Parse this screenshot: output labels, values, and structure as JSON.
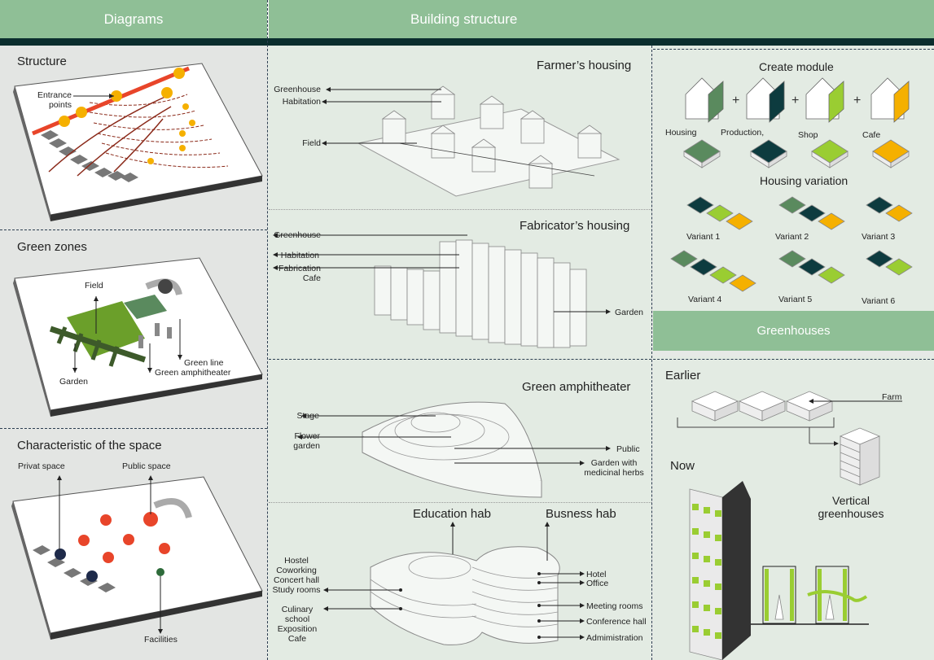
{
  "header": {
    "diagrams": "Diagrams",
    "building_structure": "Building structure"
  },
  "diagrams": {
    "structure": {
      "title": "Structure",
      "entrance": "Entrance\npoints"
    },
    "green_zones": {
      "title": "Green zones",
      "field": "Field",
      "garden": "Garden",
      "green_line": "Green line",
      "green_amphitheater": "Green amphitheater"
    },
    "characteristic": {
      "title": "Characteristic of the space",
      "privat": "Privat space",
      "public": "Public space",
      "facilities": "Facilities"
    }
  },
  "farmer": {
    "title": "Farmer’s housing",
    "greenhouse": "Greenhouse",
    "habitation": "Habitation",
    "field": "Field"
  },
  "fabricator": {
    "title": "Fabricator’s housing",
    "greenhouse": "Greenhouse",
    "habitation": "Habitation",
    "fabrication": "Fabrication",
    "cafe": "Cafe",
    "garden": "Garden"
  },
  "amphitheater": {
    "title": "Green amphitheater",
    "stage": "Stage",
    "flower": "Flower\ngarden",
    "public": "Public",
    "medicinal": "Garden with\nmedicinal herbs"
  },
  "education": {
    "edu_title": "Education hab",
    "bus_title": "Busness hab",
    "left_top": "Hostel\nCoworking\nConcert hall\nStudy rooms",
    "left_bottom": "Culinary\nschool\nExposition\nCafe",
    "hotel": "Hotel",
    "office": "Office",
    "meeting": "Meeting rooms",
    "conference": "Conference hall",
    "admin": "Admimistration"
  },
  "modules": {
    "title": "Create module",
    "plus": "+",
    "housing": "Housing",
    "production": "Production,",
    "shop": "Shop",
    "cafe": "Cafe",
    "variation_title": "Housing variation",
    "v1": "Variant 1",
    "v2": "Variant 2",
    "v3": "Variant 3",
    "v4": "Variant 4",
    "v5": "Variant 5",
    "v6": "Variant 6"
  },
  "greenhouses": {
    "title": "Greenhouses",
    "earlier": "Earlier",
    "farm": "Farm",
    "now": "Now",
    "vertical": "Vertical\ngreenhouses"
  },
  "colors": {
    "header": "#8fbf96",
    "dark": "#0b2e2e",
    "housing": "#5a8a5e",
    "production": "#0d3b3f",
    "shop": "#9acd32",
    "cafe": "#f5b000",
    "red": "#e8452a"
  }
}
